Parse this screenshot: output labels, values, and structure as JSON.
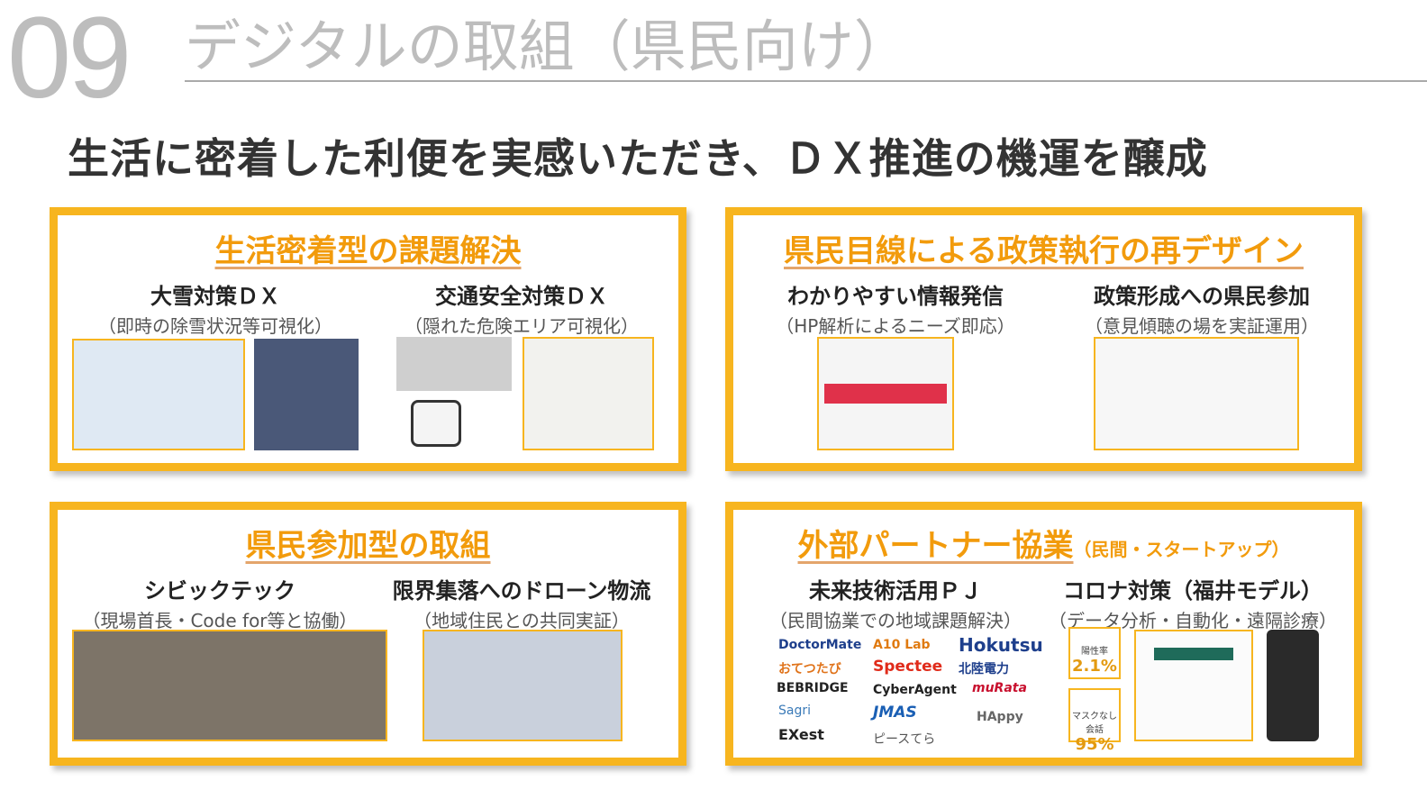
{
  "header": {
    "number": "09",
    "title": "デジタルの取組（県民向け）",
    "subtitle": "生活に密着した利便を実感いただき、ＤＸ推進の機運を醸成"
  },
  "panels": [
    {
      "title": "生活密着型の課題解決",
      "items": [
        {
          "heading": "大雪対策ＤＸ",
          "desc": "（即時の除雪状況等可視化）"
        },
        {
          "heading": "交通安全対策ＤＸ",
          "desc": "（隠れた危険エリア可視化）"
        }
      ]
    },
    {
      "title": "県民目線による政策執行の再デザイン",
      "items": [
        {
          "heading": "わかりやすい情報発信",
          "desc": "（HP解析によるニーズ即応）"
        },
        {
          "heading": "政策形成への県民参加",
          "desc": "（意見傾聴の場を実証運用）"
        }
      ]
    },
    {
      "title": "県民参加型の取組",
      "items": [
        {
          "heading": "シビックテック",
          "desc": "（現場首長・Code for等と協働）"
        },
        {
          "heading": "限界集落へのドローン物流",
          "desc": "（地域住民との共同実証）"
        }
      ]
    },
    {
      "title": "外部パートナー協業",
      "title_note": "（民間・スタートアップ）",
      "items": [
        {
          "heading": "未来技術活用ＰＪ",
          "desc": "（民間協業での地域課題解決）"
        },
        {
          "heading": "コロナ対策（福井モデル）",
          "desc": "（データ分析・自動化・遠隔診療）"
        }
      ],
      "partners": [
        "DoctorMate",
        "A10 Lab",
        "Hokutsu",
        "おてつたび",
        "Spectee",
        "北陸電力",
        "BEBRIDGE",
        "CyberAgent",
        "muRata",
        "Sagri",
        "JMAS",
        "HAppy",
        "EXest",
        "ピースてら"
      ],
      "stats": [
        {
          "label": "陽性率",
          "value": "2.1%"
        },
        {
          "label": "マスクなし会話",
          "value": "95%"
        }
      ]
    }
  ]
}
